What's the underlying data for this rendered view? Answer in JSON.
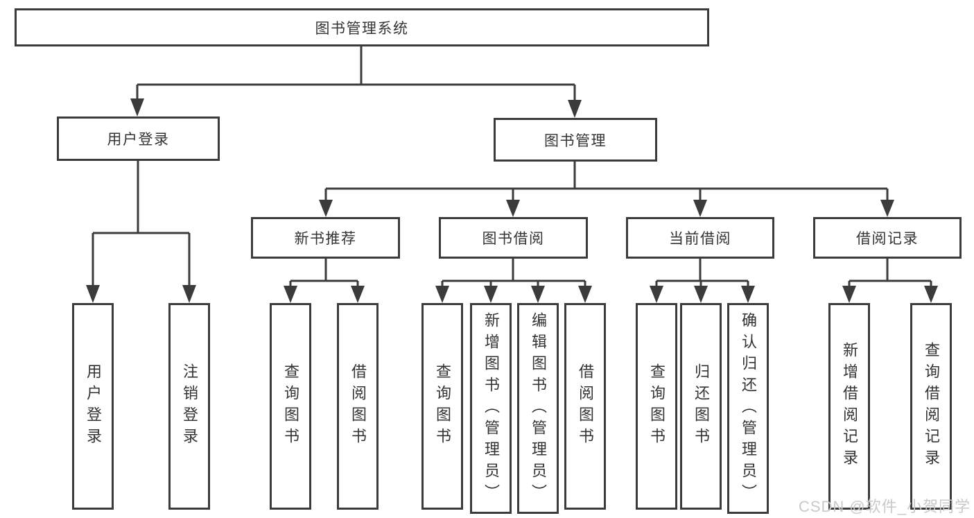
{
  "root": {
    "label": "图书管理系统"
  },
  "branches": [
    {
      "label": "用户登录",
      "children": [
        {
          "label": "用户登录"
        },
        {
          "label": "注销登录"
        }
      ]
    },
    {
      "label": "图书管理",
      "sections": [
        {
          "label": "新书推荐",
          "children": [
            {
              "label": "查询图书"
            },
            {
              "label": "借阅图书"
            }
          ]
        },
        {
          "label": "图书借阅",
          "children": [
            {
              "label": "查询图书"
            },
            {
              "label": "新增图书（管理员）"
            },
            {
              "label": "编辑图书（管理员）"
            },
            {
              "label": "借阅图书"
            }
          ]
        },
        {
          "label": "当前借阅",
          "children": [
            {
              "label": "查询图书"
            },
            {
              "label": "归还图书"
            },
            {
              "label": "确认归还（管理员）"
            }
          ]
        },
        {
          "label": "借阅记录",
          "children": [
            {
              "label": "新增借阅记录"
            },
            {
              "label": "查询借阅记录"
            }
          ]
        }
      ]
    }
  ],
  "watermark": {
    "text": "CSDN @软件_小贺同学"
  },
  "colors": {
    "line": "#3b3b3b",
    "text": "#333333",
    "watermark": "#c9c9c9",
    "background": "#ffffff"
  }
}
